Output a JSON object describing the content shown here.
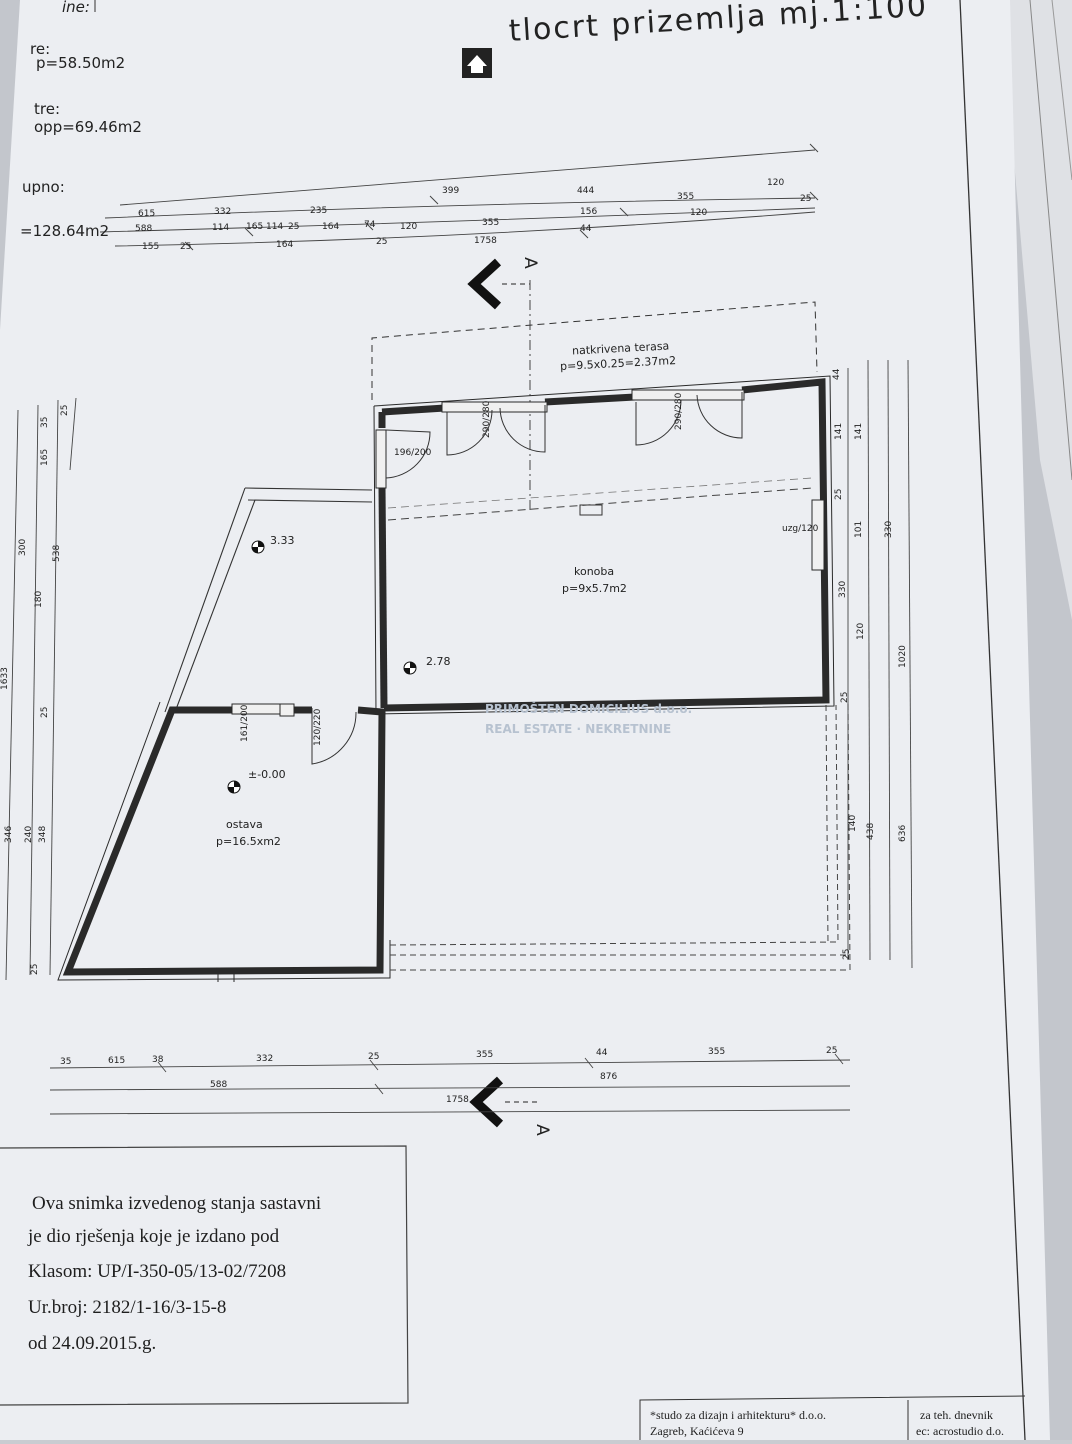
{
  "sheet": {
    "title": "tlocrt prizemlja mj.1:100",
    "area_block": {
      "header": "ine:",
      "line1_label": "re:",
      "line1_value": "p=58.50m2",
      "line2_label": "tre:",
      "line2_value": "opp=69.46m2",
      "line3_label": "upno:",
      "line3_value": "=128.64m2"
    }
  },
  "plan": {
    "rooms": [
      {
        "name": "natkrivena terasa",
        "area": "p=9.5x0.25=2.37m2"
      },
      {
        "name": "konoba",
        "area": "p=9x5.7m2"
      },
      {
        "name": "ostava",
        "area": "p=16.5xm2"
      }
    ],
    "levels": [
      "3.33",
      "2.78",
      "±-0.00"
    ],
    "openings": [
      {
        "label": "196/200"
      },
      {
        "label": "uzg/120"
      },
      {
        "label": "161/200"
      },
      {
        "label": "120/220"
      },
      {
        "label": "290/280"
      }
    ],
    "section_mark": "A",
    "top_dimensions": {
      "row1": [
        "399",
        "444",
        "355",
        "120"
      ],
      "row2": [
        "615",
        "332",
        "235",
        "156",
        "120",
        "25"
      ],
      "row3": [
        "588",
        "114",
        "165",
        "114",
        "25",
        "164",
        "74",
        "120",
        "355",
        "44",
        "25"
      ],
      "row4": [
        "155",
        "164",
        "25",
        "1758"
      ]
    },
    "bottom_dimensions": {
      "row1": [
        "35",
        "615",
        "38",
        "332",
        "25",
        "355",
        "44",
        "355",
        "25"
      ],
      "row2": [
        "588",
        "876"
      ],
      "row3": [
        "1758"
      ]
    },
    "left_dimensions": [
      "35",
      "25",
      "165",
      "538",
      "300",
      "180",
      "25",
      "240",
      "348",
      "346",
      "25",
      "1633"
    ],
    "right_dimensions": [
      "44",
      "141",
      "141",
      "25",
      "101",
      "330",
      "120",
      "330",
      "1020",
      "25",
      "140",
      "438",
      "636",
      "25"
    ]
  },
  "stamp": {
    "lines": [
      "Ova snimka izvedenog stanja sastavni",
      "je dio rješenja koje je izdano pod",
      "Klasom: UP/I-350-05/13-02/7208",
      "Ur.broj: 2182/1-16/3-15-8",
      "od 24.09.2015.g."
    ]
  },
  "footer": {
    "studio_line1": "*studo za dizajn i arhitekturu* d.o.o.",
    "studio_line2": "Zagreb, Kaćićeva 9",
    "right_line1": "za teh. dnevnik",
    "right_line2": "ec: acrostudio d.o."
  },
  "watermark": {
    "line1": "PRIMOŠTEN DOMICILIUS d.o.o.",
    "line2": "REAL ESTATE · NEKRETNINE"
  }
}
